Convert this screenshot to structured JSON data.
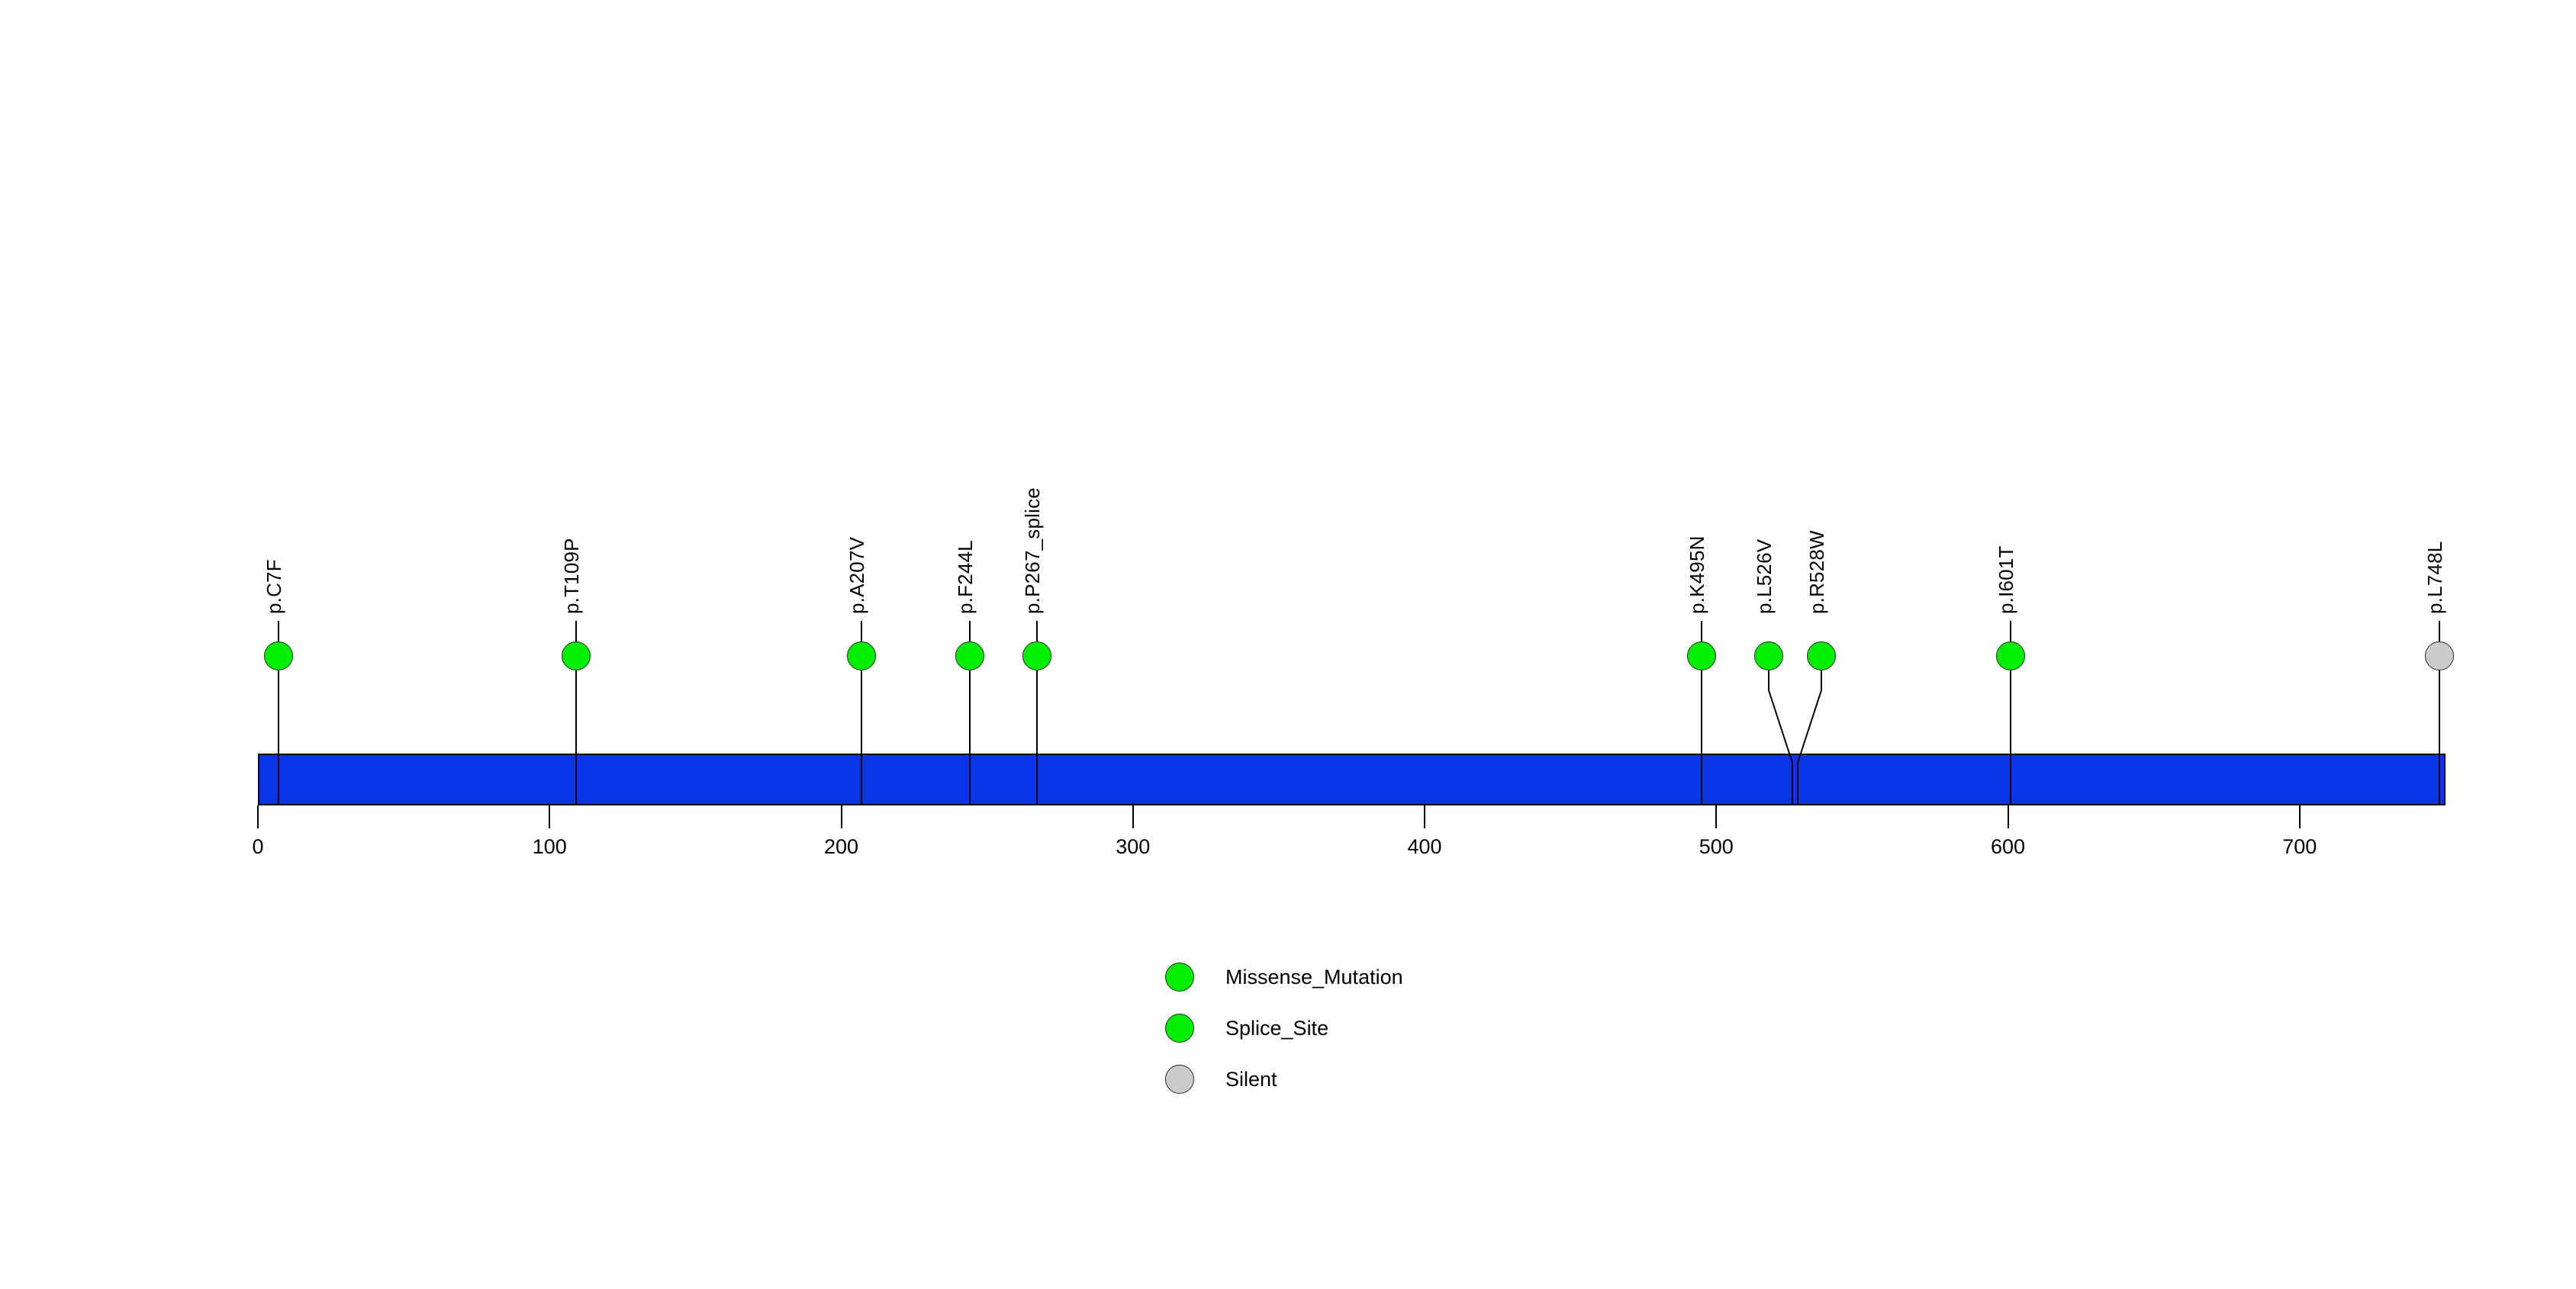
{
  "chart_data": {
    "type": "lollipop",
    "title": "",
    "xlabel": "",
    "ylabel": "",
    "xlim": [
      0,
      750
    ],
    "grid": false,
    "protein_length": 750,
    "domain_track": {
      "name": "protein-backbone",
      "start": 0,
      "end": 750,
      "color": "#0A35E8",
      "border_color": "#000000"
    },
    "axis": {
      "ticks": [
        0,
        100,
        200,
        300,
        400,
        500,
        600,
        700
      ],
      "tick_labels": [
        "0",
        "100",
        "200",
        "300",
        "400",
        "500",
        "600",
        "700"
      ]
    },
    "mutations": [
      {
        "label": "p.C7F",
        "position": 7,
        "type": "Missense_Mutation",
        "color": "#00EE00",
        "count": 1
      },
      {
        "label": "p.T109P",
        "position": 109,
        "type": "Missense_Mutation",
        "color": "#00EE00",
        "count": 1
      },
      {
        "label": "p.A207V",
        "position": 207,
        "type": "Missense_Mutation",
        "color": "#00EE00",
        "count": 1
      },
      {
        "label": "p.F244L",
        "position": 244,
        "type": "Missense_Mutation",
        "color": "#00EE00",
        "count": 1
      },
      {
        "label": "p.P267_splice",
        "position": 267,
        "type": "Splice_Site",
        "color": "#00EE00",
        "count": 1
      },
      {
        "label": "p.K495N",
        "position": 495,
        "type": "Missense_Mutation",
        "color": "#00EE00",
        "count": 1
      },
      {
        "label": "p.L526V",
        "position": 526,
        "type": "Missense_Mutation",
        "color": "#00EE00",
        "count": 1
      },
      {
        "label": "p.R528W",
        "position": 528,
        "type": "Missense_Mutation",
        "color": "#00EE00",
        "count": 1
      },
      {
        "label": "p.I601T",
        "position": 601,
        "type": "Missense_Mutation",
        "color": "#00EE00",
        "count": 1
      },
      {
        "label": "p.L748L",
        "position": 748,
        "type": "Silent",
        "color": "#CCCCCC",
        "count": 1
      }
    ],
    "legend": {
      "position": "bottom-center",
      "entries": [
        {
          "label": "Missense_Mutation",
          "color": "#00EE00"
        },
        {
          "label": "Splice_Site",
          "color": "#00EE00"
        },
        {
          "label": "Silent",
          "color": "#CCCCCC"
        }
      ]
    }
  }
}
